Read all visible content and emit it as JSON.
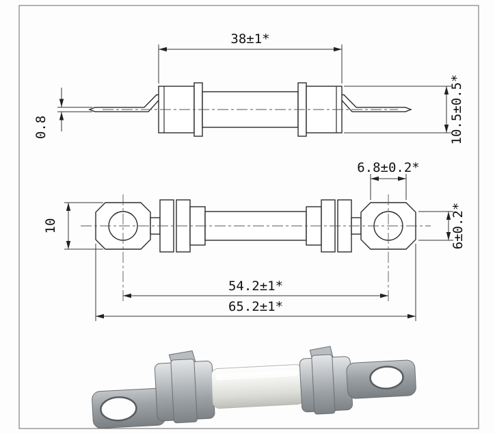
{
  "drawing": {
    "dims": {
      "length_38": "38±1*",
      "lead_thickness": "0.8",
      "cap_diameter": "10.5±0.5*",
      "terminal_flat": "6.8±0.2*",
      "terminal_height": "10",
      "tube_diameter": "6±0.2*",
      "hole_pitch": "54.2±1*",
      "overall_length": "65.2±1*"
    },
    "colors": {
      "line": "#2b2b2b",
      "metal_gray": "#9aa0a4",
      "ceramic_white": "#f2f2ef"
    }
  }
}
